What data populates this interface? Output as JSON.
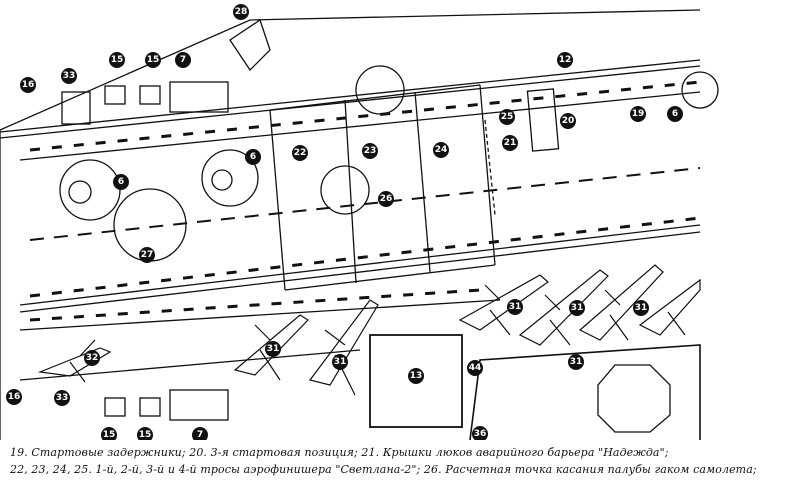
{
  "callouts": [
    {
      "id": "c28",
      "label": "28"
    },
    {
      "id": "c12",
      "label": "12"
    },
    {
      "id": "c16a",
      "label": "16"
    },
    {
      "id": "c33a",
      "label": "33"
    },
    {
      "id": "c15a",
      "label": "15"
    },
    {
      "id": "c15b",
      "label": "15"
    },
    {
      "id": "c7a",
      "label": "7"
    },
    {
      "id": "c19",
      "label": "19"
    },
    {
      "id": "c20",
      "label": "20"
    },
    {
      "id": "c6a",
      "label": "6"
    },
    {
      "id": "c25",
      "label": "25"
    },
    {
      "id": "c21",
      "label": "21"
    },
    {
      "id": "c24",
      "label": "24"
    },
    {
      "id": "c23",
      "label": "23"
    },
    {
      "id": "c22",
      "label": "22"
    },
    {
      "id": "c6b",
      "label": "6"
    },
    {
      "id": "c6c",
      "label": "6"
    },
    {
      "id": "c26",
      "label": "26"
    },
    {
      "id": "c27",
      "label": "27"
    },
    {
      "id": "c31a",
      "label": "31"
    },
    {
      "id": "c31b",
      "label": "31"
    },
    {
      "id": "c31c",
      "label": "31"
    },
    {
      "id": "c31d",
      "label": "31"
    },
    {
      "id": "c31e",
      "label": "31"
    },
    {
      "id": "c31f",
      "label": "31"
    },
    {
      "id": "c32",
      "label": "32"
    },
    {
      "id": "c13",
      "label": "13"
    },
    {
      "id": "c44",
      "label": "44"
    },
    {
      "id": "c16b",
      "label": "16"
    },
    {
      "id": "c33b",
      "label": "33"
    },
    {
      "id": "c15c",
      "label": "15"
    },
    {
      "id": "c15d",
      "label": "15"
    },
    {
      "id": "c7b",
      "label": "7"
    },
    {
      "id": "c36",
      "label": "36"
    }
  ],
  "caption": {
    "line1": "19. Стартовые задержники; 20. 3-я стартовая позиция; 21. Крышки люков аварийного барьера \"Надежда\";",
    "line2": "22, 23, 24, 25. 1-й, 2-й, 3-й и 4-й тросы аэрофинишера \"Светлана-2\"; 26. Расчетная точка касания палубы гаком самолета;"
  }
}
